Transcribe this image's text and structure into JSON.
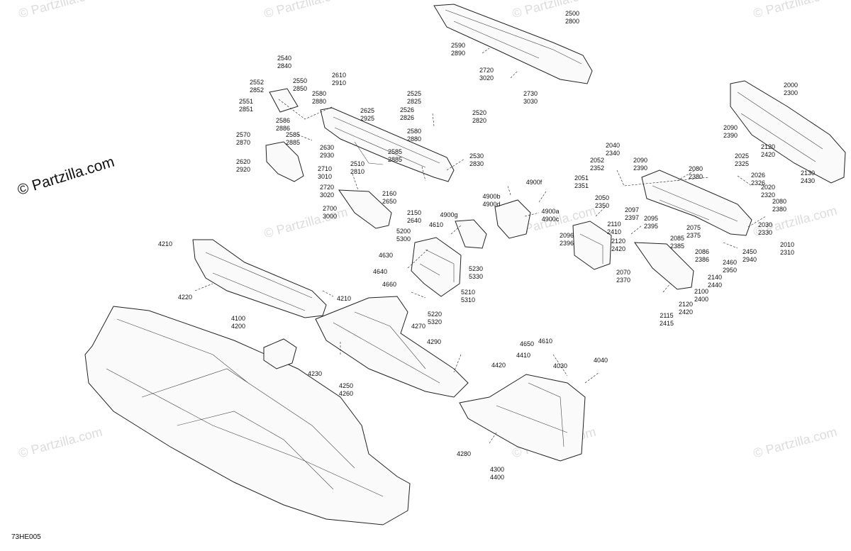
{
  "diagram": {
    "code": "73HE005",
    "brand": "© Partzilla.com",
    "watermark": "© Partzilla.com",
    "labels": [
      "2500\n2800",
      "2590\n2890",
      "2720\n3020",
      "2730\n3030",
      "2540\n2840",
      "2610\n2910",
      "2552\n2852",
      "2550\n2850",
      "2580\n2880",
      "2551\n2851",
      "2586\n2886",
      "2625\n2925",
      "2525\n2825",
      "2526\n2826",
      "2520\n2820",
      "2570\n2870",
      "2585\n2885",
      "2580\n2880",
      "2630\n2930",
      "2620\n2920",
      "2585\n2885",
      "2530\n2830",
      "2710\n3010",
      "2510\n2810",
      "2720\n3020",
      "2160\n2650",
      "2700\n3000",
      "2150\n2640",
      "4900f",
      "4900b\n4900d",
      "4900g",
      "4900a\n4900c",
      "4610",
      "5200\n5300",
      "4630",
      "5230\n5330",
      "4640",
      "4660",
      "5210\n5310",
      "5220\n5320",
      "4270",
      "4210",
      "4220",
      "4210",
      "4100\n4200",
      "4290",
      "4230",
      "4250\n4260",
      "4610",
      "4650",
      "4410",
      "4030",
      "4420",
      "4040",
      "4280",
      "4300\n4400",
      "2000\n2300",
      "2090\n2390",
      "2040\n2340",
      "2052\n2352",
      "2090\n2390",
      "2120\n2420",
      "2025\n2325",
      "2080\n2380",
      "2026\n2326",
      "2130\n2430",
      "2051\n2351",
      "2020\n2320",
      "2080\n2380",
      "2050\n2350",
      "2097\n2397",
      "2095\n2395",
      "2110\n2410",
      "2075\n2375",
      "2085\n2385",
      "2030\n2330",
      "2096\n2396",
      "2120\n2420",
      "2010\n2310",
      "2086\n2386",
      "2450\n2940",
      "2460\n2950",
      "2070\n2370",
      "2140\n2440",
      "2100\n2400",
      "2120\n2420",
      "2115\n2415"
    ]
  }
}
